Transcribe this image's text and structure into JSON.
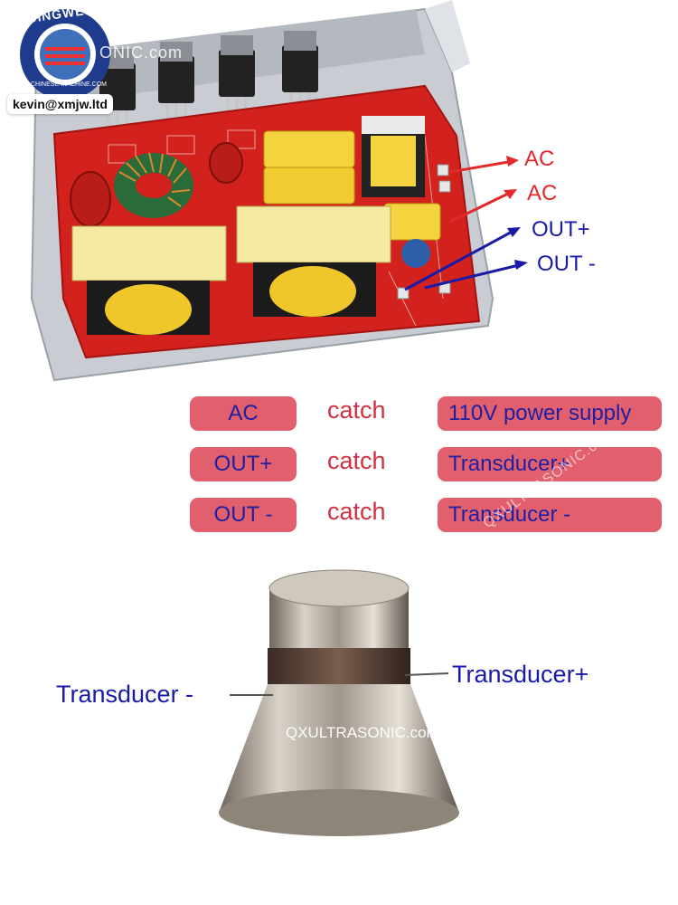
{
  "logo": {
    "text": "JINGWEI TECH",
    "subtext": "CHINESE-MACHINE.COM"
  },
  "contact": {
    "email": "kevin@xmjw.ltd"
  },
  "watermark_top": "ONIC.com",
  "board_labels": {
    "ac1": "AC",
    "ac2": "AC",
    "out_plus": "OUT+",
    "out_minus": "OUT -"
  },
  "wiring_table": [
    {
      "terminal": "AC",
      "connector": "catch",
      "target": "110V power supply"
    },
    {
      "terminal": "OUT+",
      "connector": "catch",
      "target": "Transducer+"
    },
    {
      "terminal": "OUT -",
      "connector": "catch",
      "target": "Transducer -"
    }
  ],
  "diagonal_watermark": "QXULTRASONIC.com",
  "transducer": {
    "label_plus": "Transducer+",
    "label_minus": "Transducer -",
    "watermark": "QXULTRASONIC.com"
  },
  "colors": {
    "pcb_red": "#d3211d",
    "pill": "#e2606e",
    "label_blue": "#1a1aa8",
    "label_red": "#e32929"
  }
}
